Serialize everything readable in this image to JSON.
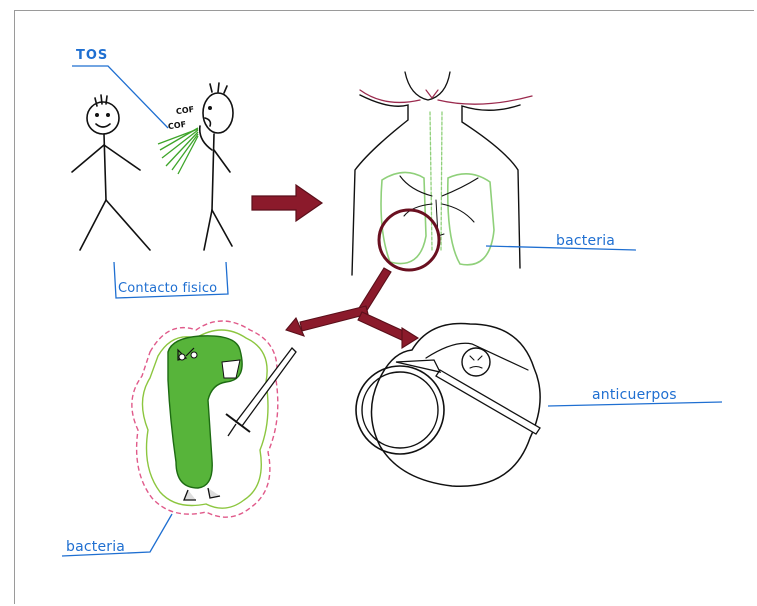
{
  "labels": {
    "tos": "TOS",
    "cough_1": "COF",
    "cough_2": "COF",
    "contacto_fisico": "Contacto fisico",
    "bacteria_lung": "bacteria",
    "anticuerpos": "anticuerpos",
    "bacteria_bottom": "bacteria"
  },
  "colors": {
    "ink": "#111111",
    "label_blue": "#1f6fd1",
    "arrow_red": "#8b1a2b",
    "bacteria_green": "#3ea52a",
    "lung_green": "#8fd07a",
    "aura_pink": "#e05a8a",
    "aura_green": "#8cc63f"
  }
}
